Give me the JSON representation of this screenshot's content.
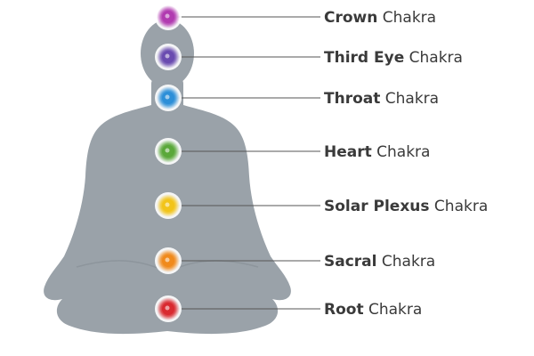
{
  "figure_colors": {
    "silhouette": "#9aa2a9",
    "line": "#555555",
    "label_text": "#3a3a3a",
    "background": "#ffffff"
  },
  "chakras": [
    {
      "name": "Crown",
      "suffix": "Chakra",
      "color": "#b13bb0",
      "icon": "purple-dot-icon"
    },
    {
      "name": "Third Eye",
      "suffix": "Chakra",
      "color": "#6a4bb0",
      "icon": "indigo-dot-icon"
    },
    {
      "name": "Throat",
      "suffix": "Chakra",
      "color": "#2d8fd8",
      "icon": "blue-dot-icon"
    },
    {
      "name": "Heart",
      "suffix": "Chakra",
      "color": "#5aa83a",
      "icon": "green-dot-icon"
    },
    {
      "name": "Solar Plexus",
      "suffix": "Chakra",
      "color": "#f2c41a",
      "icon": "yellow-dot-icon"
    },
    {
      "name": "Sacral",
      "suffix": "Chakra",
      "color": "#f08a1c",
      "icon": "orange-dot-icon"
    },
    {
      "name": "Root",
      "suffix": "Chakra",
      "color": "#d92a30",
      "icon": "red-dot-icon"
    }
  ]
}
